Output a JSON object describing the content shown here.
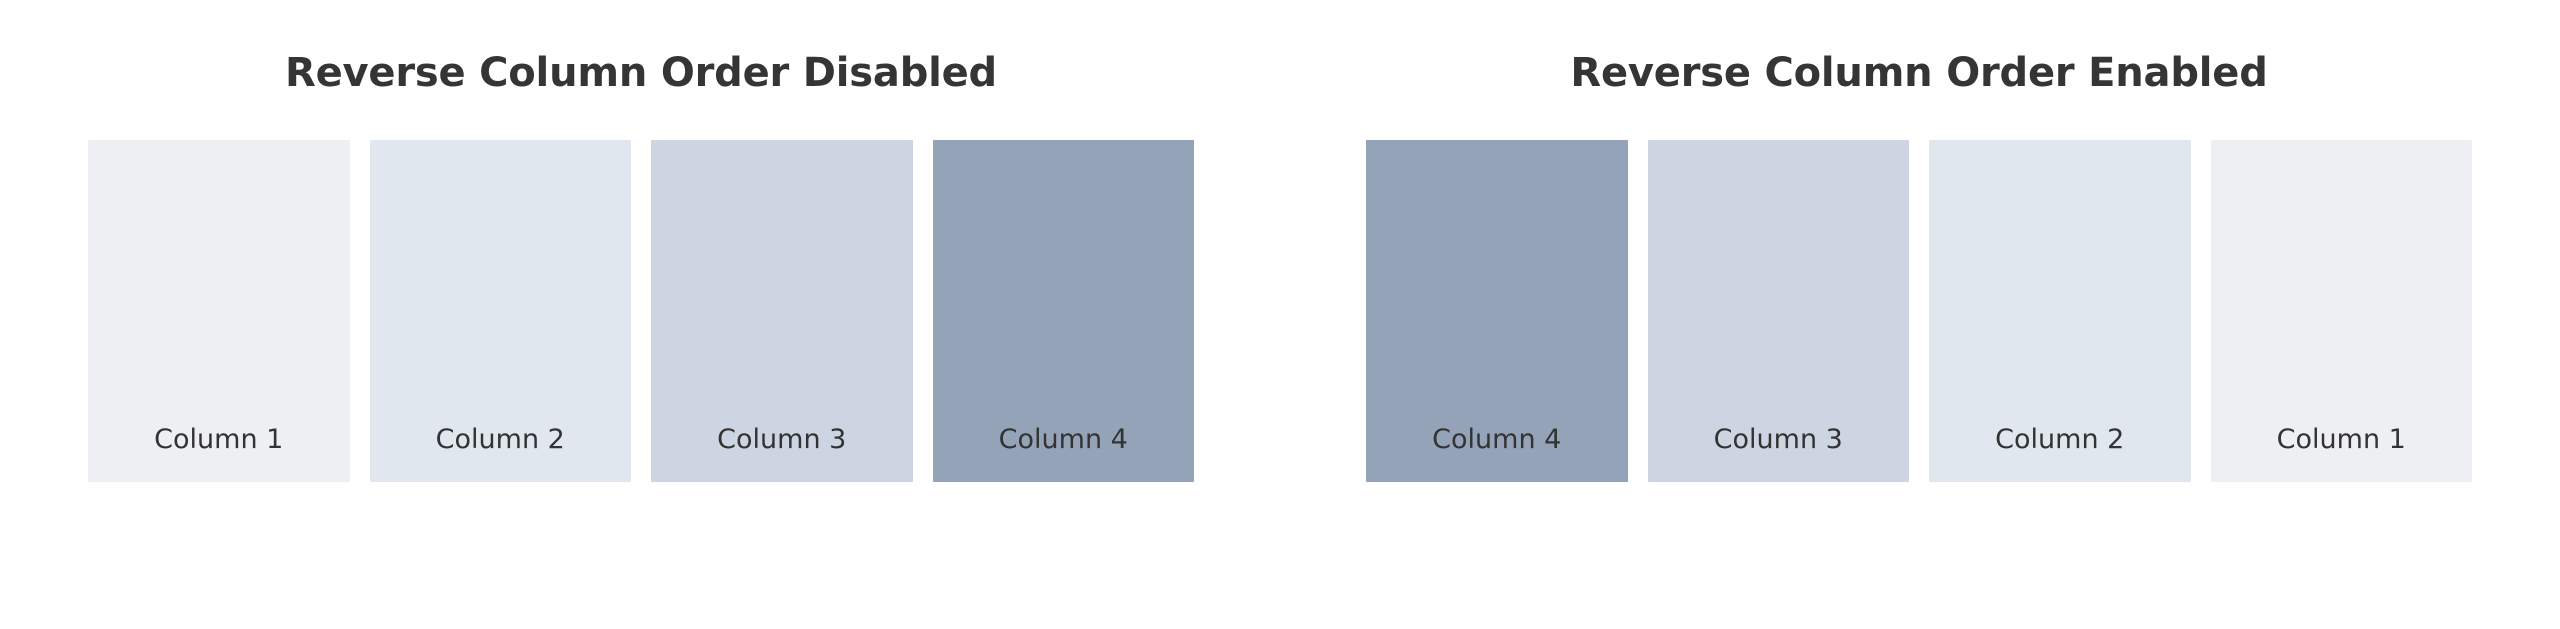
{
  "page": {
    "background_color": "#ffffff",
    "text_color": "#353535",
    "label_color": "#333333"
  },
  "panels": [
    {
      "id": "reverse-disabled",
      "title": "Reverse Column Order Disabled",
      "reversed": false,
      "columns": [
        {
          "label": "Column 1",
          "color": "#edeff3"
        },
        {
          "label": "Column 2",
          "color": "#e1e7ef"
        },
        {
          "label": "Column 3",
          "color": "#ccd5e1"
        },
        {
          "label": "Column 4",
          "color": "#94a3b8"
        }
      ]
    },
    {
      "id": "reverse-enabled",
      "title": "Reverse Column Order Enabled",
      "reversed": true,
      "columns": [
        {
          "label": "Column 1",
          "color": "#edeff3"
        },
        {
          "label": "Column 2",
          "color": "#e1e7ef"
        },
        {
          "label": "Column 3",
          "color": "#ccd5e1"
        },
        {
          "label": "Column 4",
          "color": "#94a3b8"
        }
      ]
    }
  ]
}
